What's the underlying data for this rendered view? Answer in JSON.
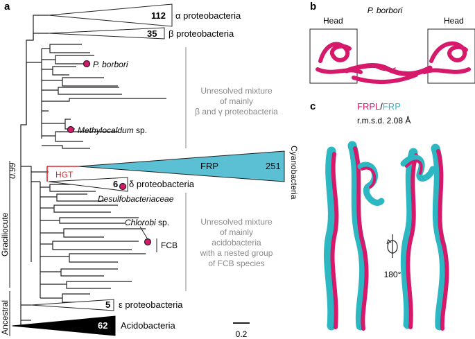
{
  "panel_labels": {
    "a": "a",
    "b": "b",
    "c": "c"
  },
  "tree": {
    "clades": [
      {
        "count": "112",
        "name": "α proteobacteria"
      },
      {
        "count": "35",
        "name": "β proteobacteria"
      },
      {
        "count": "6",
        "name": "δ proteobacteria"
      },
      {
        "count": "5",
        "name": "ε proteobacteria"
      },
      {
        "count": "62",
        "name": "Acidobacteria"
      },
      {
        "count": "251",
        "name": "FRP"
      }
    ],
    "cyanobacteria_label": "Cyanobacteria",
    "hgt_label": "HGT",
    "bootstrap_value": "0.99",
    "species": {
      "p_borbori": "P. borbori",
      "methylocaldum": "Methylocaldum",
      "methylocaldum_suffix": " sp.",
      "desulfobacteriaceae": "Desulfobacteriaceae",
      "chlorobi": "Chlorobi",
      "chlorobi_suffix": " sp.",
      "fcb": "FCB"
    },
    "unresolved_top": [
      "Unresolved mixture",
      "of mainly",
      "β and γ proteobacteria"
    ],
    "unresolved_bottom": [
      "Unresolved mixture",
      "of mainly",
      "acidobacteria",
      "with a nested group",
      "of FCB species"
    ],
    "side_labels": {
      "graciliocute": "Graciliocute",
      "ancestral": "Ancestral"
    },
    "scale_bar_label": "0.2"
  },
  "panel_b": {
    "title": "P. borbori",
    "head_left": "Head",
    "head_right": "Head"
  },
  "panel_c": {
    "legend_frpl": "FRPL",
    "legend_sep": "/",
    "legend_frp": "FRP",
    "rmsd": "r.m.s.d. 2.08 Å",
    "rotation": "180°"
  },
  "colors": {
    "frpl": "#d6196b",
    "frp": "#2db7c2",
    "hgt": "#e3242b",
    "unresolved_text": "#8a8a8a"
  }
}
